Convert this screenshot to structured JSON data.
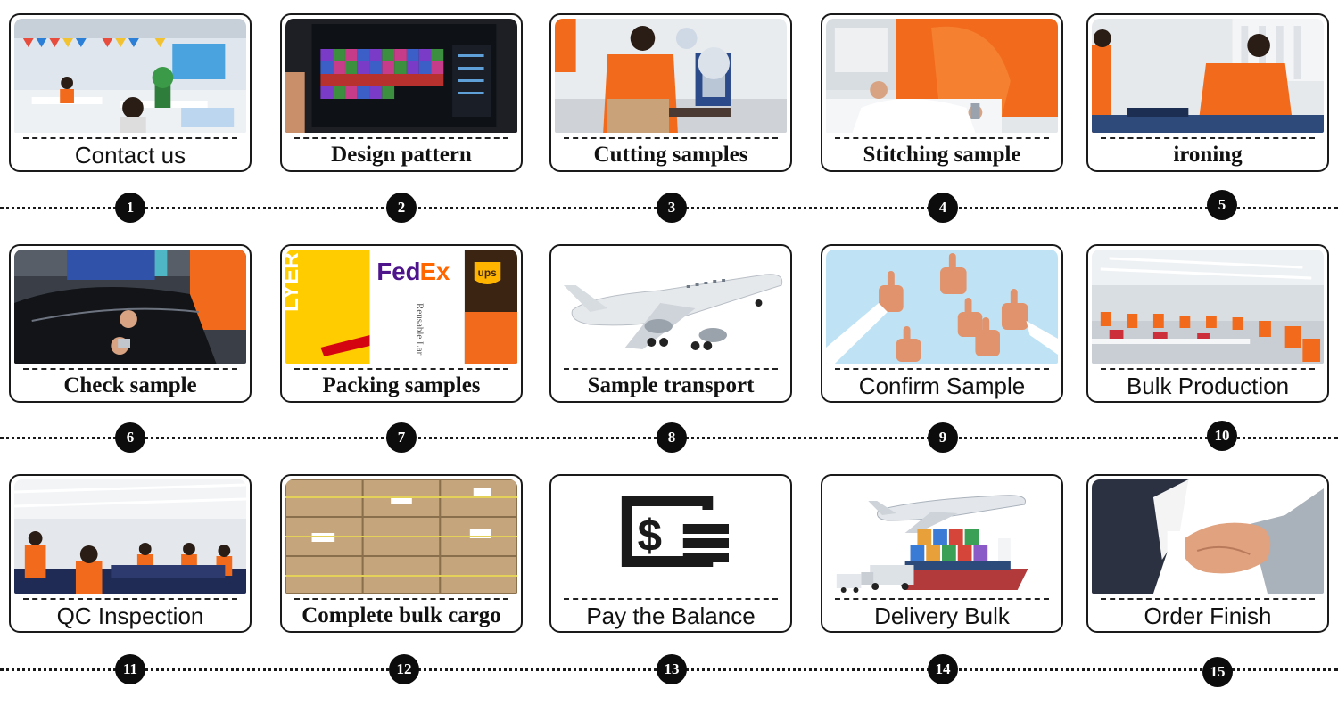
{
  "steps": [
    {
      "number": "1",
      "label": "Contact us",
      "style": "sans"
    },
    {
      "number": "2",
      "label": "Design pattern",
      "style": "serif"
    },
    {
      "number": "3",
      "label": "Cutting samples",
      "style": "serif"
    },
    {
      "number": "4",
      "label": "Stitching sample",
      "style": "serif"
    },
    {
      "number": "5",
      "label": "ironing",
      "style": "serif"
    },
    {
      "number": "6",
      "label": "Check sample",
      "style": "serif"
    },
    {
      "number": "7",
      "label": "Packing samples",
      "style": "serif"
    },
    {
      "number": "8",
      "label": "Sample transport",
      "style": "serif"
    },
    {
      "number": "9",
      "label": "Confirm  Sample",
      "style": "sans"
    },
    {
      "number": "10",
      "label": "Bulk Production",
      "style": "sans"
    },
    {
      "number": "11",
      "label": "QC Inspection",
      "style": "sans"
    },
    {
      "number": "12",
      "label": "Complete bulk cargo",
      "style": "serif"
    },
    {
      "number": "13",
      "label": "Pay the Balance",
      "style": "sans"
    },
    {
      "number": "14",
      "label": "Delivery Bulk",
      "style": "sans"
    },
    {
      "number": "15",
      "label": "Order Finish",
      "style": "sans"
    }
  ],
  "photo_text": {
    "fedex_fed": "Fed",
    "fedex_ex": "Ex",
    "mailer_text": "LYER",
    "reusable_text": "Reusable Lar",
    "ups_text": "ups",
    "pay_symbol": "$"
  },
  "colors": {
    "accent_orange": "#f26b1d",
    "fedex_purple": "#4d148c",
    "fedex_orange": "#ff6600",
    "dhl_yellow": "#ffcc00",
    "ups_brown": "#3b2412",
    "sky_blue": "#bfe3f5",
    "circle_black": "#0c0c0c"
  }
}
